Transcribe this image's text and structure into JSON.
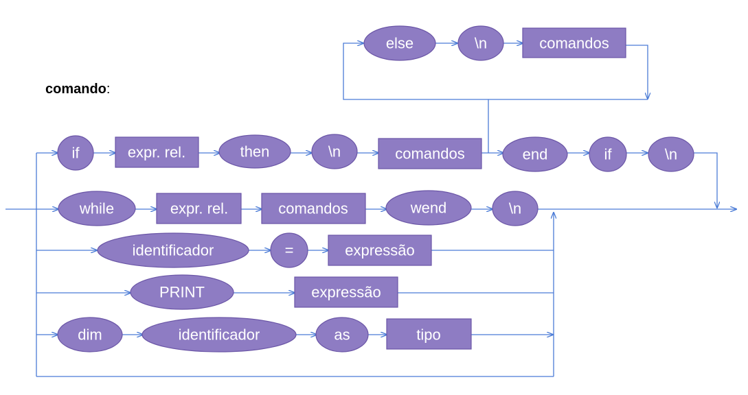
{
  "title": {
    "name": "comando",
    "suffix": ":"
  },
  "colors": {
    "node_fill": "#8e7cc3",
    "node_stroke": "#6a55a6",
    "wire": "#4a7bd6",
    "text": "#ffffff"
  },
  "nodes": {
    "else_kw": "else",
    "else_nl": "\\n",
    "else_comandos": "comandos",
    "if_kw": "if",
    "if_expr": "expr. rel.",
    "then_kw": "then",
    "then_nl": "\\n",
    "if_comandos": "comandos",
    "end_kw": "end",
    "end_if_kw": "if",
    "end_nl": "\\n",
    "while_kw": "while",
    "while_expr": "expr. rel.",
    "while_comandos": "comandos",
    "wend_kw": "wend",
    "wend_nl": "\\n",
    "assign_ident": "identificador",
    "assign_eq": "=",
    "assign_expr": "expressão",
    "print_kw": "PRINT",
    "print_expr": "expressão",
    "dim_kw": "dim",
    "dim_ident": "identificador",
    "as_kw": "as",
    "tipo": "tipo"
  }
}
